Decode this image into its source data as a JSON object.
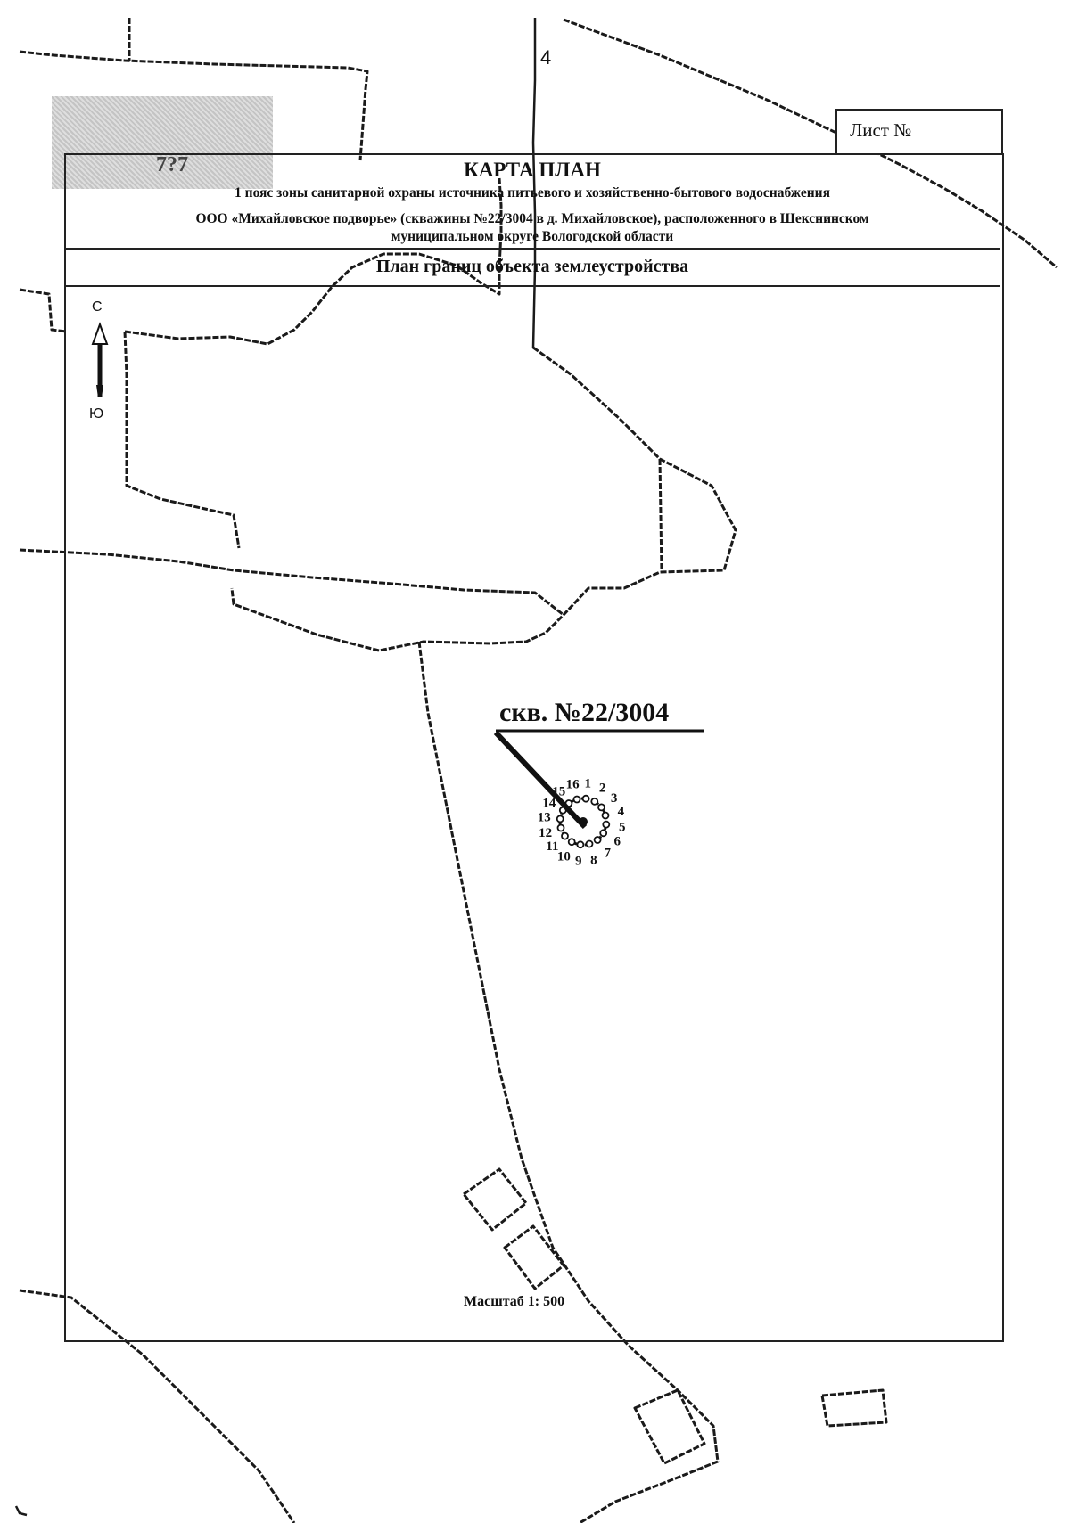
{
  "sheet": {
    "label": "Лист №"
  },
  "header": {
    "title": "КАРТА ПЛАН",
    "line1": "1 пояс зоны санитарной охраны источника питьевого и хозяйственно-бытового водоснабжения",
    "line2": "ООО «Михайловское подворье» (скважины №22/3004 в д. Михайловское), расположенного в Шекснинском",
    "line3": "муниципальном округе Вологодской области",
    "section": "План границ объекта землеустройства"
  },
  "compass": {
    "north": "С",
    "south": "Ю"
  },
  "map_labels": {
    "parcel_4": "4",
    "stamp_text": "7?7"
  },
  "well": {
    "label": "скв. №22/3004",
    "points": [
      "1",
      "2",
      "3",
      "4",
      "5",
      "6",
      "7",
      "8",
      "9",
      "10",
      "11",
      "12",
      "13",
      "14",
      "15",
      "16"
    ]
  },
  "scale": {
    "label": "Масштаб 1: 500"
  }
}
